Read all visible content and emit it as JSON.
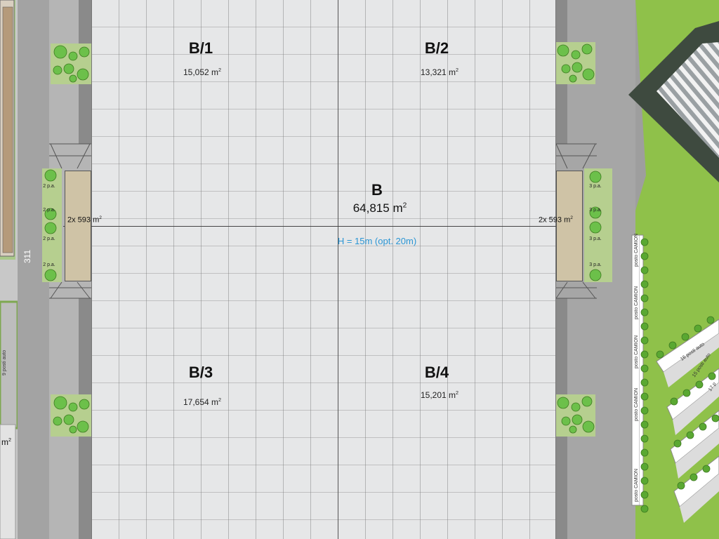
{
  "title": "B",
  "total_area": "64,815 m",
  "height": "H = 15m (opt. 20m)",
  "units": [
    {
      "name": "B/1",
      "area": "15,052 m"
    },
    {
      "name": "B/2",
      "area": "13,321 m"
    },
    {
      "name": "B/3",
      "area": "17,654 m"
    },
    {
      "name": "B/4",
      "area": "15,201 m"
    }
  ],
  "docks": {
    "left": "2x 593 m",
    "right": "2x 593 m"
  },
  "superscript": "2",
  "road_number": "311",
  "left_parking_labels": [
    "2 p.a.",
    "2 p.a.",
    "2 p.a.",
    "2 p.a."
  ],
  "right_parking_labels": [
    "3 p.a.",
    "3 p.a.",
    "3 p.a.",
    "3 p.a."
  ],
  "west_parking": "9 posti auto",
  "west_clip_text": "m",
  "truck_bay": "posto CAMION",
  "east_parking": [
    "16 posti auto",
    "15 posti auto",
    "17 p"
  ],
  "colors": {
    "slab": "#e6e7e8",
    "road": "#9e9e9e",
    "lawn": "#8fc14a",
    "dock": "#cfc3a6",
    "height_text": "#2a95d4",
    "tree": "#5aa832"
  }
}
